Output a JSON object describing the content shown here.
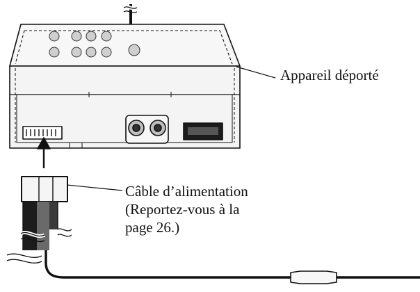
{
  "labels": {
    "unit": "Appareil déporté",
    "cable_line1": "Câble d’alimentation",
    "cable_line2": "(Reportez-vous à la",
    "cable_line3": "page 26.)"
  },
  "colors": {
    "ink": "#111111",
    "body": "#f7f7f7",
    "shade": "#e4e4e4",
    "dark": "#1c1c1c"
  }
}
